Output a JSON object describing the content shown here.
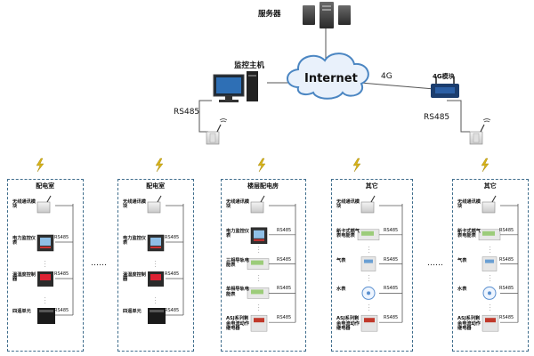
{
  "top": {
    "server_label": "服务器",
    "monitor_label": "监控主机",
    "cloud_label": "Internet",
    "link_4g_label": "4G",
    "module_4g_label": "4G模块",
    "rs485_left": "RS485",
    "rs485_right": "RS485"
  },
  "ellipsis": "……",
  "panels": [
    {
      "title": "配电室",
      "items": [
        {
          "label": "无线通讯模块",
          "rs485": ""
        },
        {
          "label": "电力监控仪表",
          "rs485": "RS485"
        },
        {
          "label": "温湿度控制器",
          "rs485": "RS485"
        },
        {
          "label": "四遥单元",
          "rs485": "RS485"
        }
      ]
    },
    {
      "title": "配电室",
      "items": [
        {
          "label": "无线通讯模块",
          "rs485": ""
        },
        {
          "label": "电力监控仪表",
          "rs485": "RS485"
        },
        {
          "label": "温湿度控制器",
          "rs485": "RS485"
        },
        {
          "label": "四遥单元",
          "rs485": "RS485"
        }
      ]
    },
    {
      "title": "楼层配电房",
      "items": [
        {
          "label": "无线通讯模块",
          "rs485": ""
        },
        {
          "label": "电力监控仪表",
          "rs485": "RS485"
        },
        {
          "label": "三相导轨电能表",
          "rs485": "RS485"
        },
        {
          "label": "单相导轨电能表",
          "rs485": "RS485"
        },
        {
          "label": "ASJ系列剩余电流动作继电器",
          "rs485": "RS485"
        }
      ]
    },
    {
      "title": "其它",
      "items": [
        {
          "label": "无线通讯模块",
          "rs485": ""
        },
        {
          "label": "新卡式燃气表电能表",
          "rs485": "RS485"
        },
        {
          "label": "气表",
          "rs485": "RS485"
        },
        {
          "label": "水表",
          "rs485": "RS485"
        },
        {
          "label": "ASJ系列剩余电流动作继电器",
          "rs485": "RS485"
        }
      ]
    },
    {
      "title": "其它",
      "items": [
        {
          "label": "无线通讯模块",
          "rs485": ""
        },
        {
          "label": "新卡式燃气表电能表",
          "rs485": "RS485"
        },
        {
          "label": "气表",
          "rs485": "RS485"
        },
        {
          "label": "水表",
          "rs485": "RS485"
        },
        {
          "label": "ASJ系列剩余电流动作继电器",
          "rs485": "RS485"
        }
      ]
    }
  ],
  "colors": {
    "cloud_fill": "#e9f1fb",
    "cloud_stroke": "#4b86c2",
    "panel_border": "#3f6d8c",
    "line": "#555555",
    "bolt": "#d7b31b"
  }
}
